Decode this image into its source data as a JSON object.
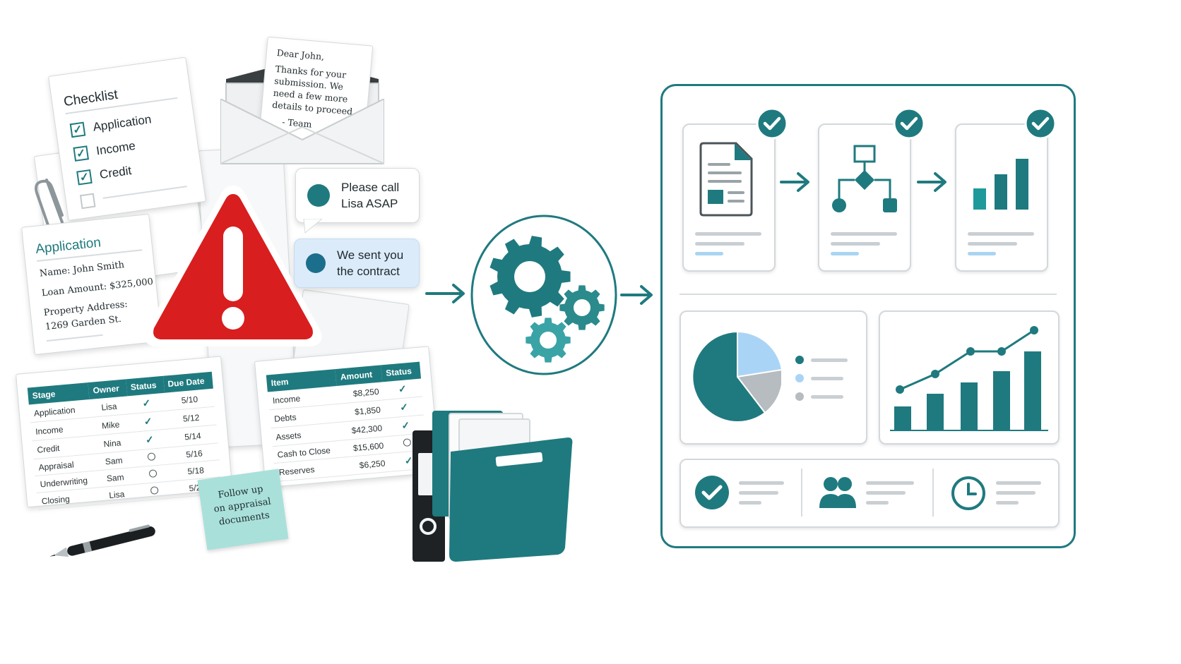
{
  "checklist": {
    "title": "Checklist",
    "items": [
      "Application",
      "Income",
      "Credit"
    ]
  },
  "letter": {
    "greeting": "Dear John,",
    "lines": [
      "Thanks for your",
      "submission. We",
      "need a few more",
      "details to proceed."
    ],
    "signature": "- Team"
  },
  "bubbles": {
    "call": {
      "line1": "Please call",
      "line2": "Lisa ASAP"
    },
    "contract": {
      "line1": "We sent you",
      "line2": "the contract"
    }
  },
  "application_form": {
    "title": "Application",
    "name": "Name: John Smith",
    "loan": "Loan Amount: $325,000",
    "address_label": "Property Address:",
    "address_value": "1269 Garden St."
  },
  "stage_table": {
    "headers": [
      "Stage",
      "Owner",
      "Status",
      "Due Date"
    ],
    "rows": [
      {
        "stage": "Application",
        "owner": "Lisa",
        "status": "done",
        "due": "5/10"
      },
      {
        "stage": "Income",
        "owner": "Mike",
        "status": "done",
        "due": "5/12"
      },
      {
        "stage": "Credit",
        "owner": "Nina",
        "status": "done",
        "due": "5/14"
      },
      {
        "stage": "Appraisal",
        "owner": "Sam",
        "status": "open",
        "due": "5/16"
      },
      {
        "stage": "Underwriting",
        "owner": "Sam",
        "status": "open",
        "due": "5/18"
      },
      {
        "stage": "Closing",
        "owner": "Lisa",
        "status": "open",
        "due": "5/20"
      }
    ]
  },
  "amount_table": {
    "headers": [
      "Item",
      "Amount",
      "Status"
    ],
    "rows": [
      {
        "item": "Income",
        "amount": "$8,250",
        "status": "done"
      },
      {
        "item": "Debts",
        "amount": "$1,850",
        "status": "done"
      },
      {
        "item": "Assets",
        "amount": "$42,300",
        "status": "done"
      },
      {
        "item": "Cash to Close",
        "amount": "$15,600",
        "status": "open"
      },
      {
        "item": "Reserves",
        "amount": "$6,250",
        "status": "done"
      }
    ]
  },
  "sticky_note": {
    "lines": [
      "Follow up",
      "on appraisal",
      "documents"
    ]
  },
  "colors": {
    "teal": "#1f7a7f",
    "teal_light": "#3aa3a6",
    "alert_red": "#d81e1e",
    "bubble_blue": "#dcebfa",
    "sticky": "#a9e1da",
    "pie_blue": "#aad4f5",
    "pie_gray": "#b6bcbf"
  },
  "icons": {
    "alert": "warning-triangle-icon",
    "gears": "gears-icon",
    "arrows": "arrow-right-icon",
    "folder": "folder-icon",
    "binder": "binder-icon",
    "pen": "pen-icon",
    "paperclip": "paperclip-icon",
    "check": "check-circle-icon",
    "users": "users-icon",
    "clock": "clock-icon"
  }
}
